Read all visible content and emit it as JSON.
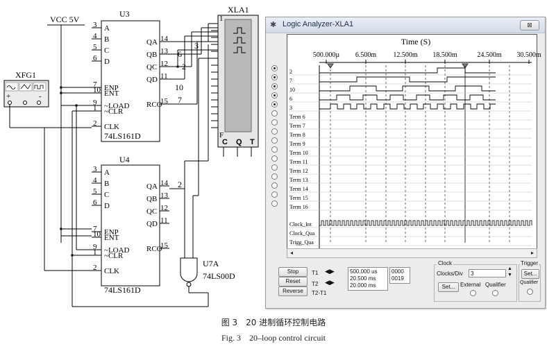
{
  "schematic": {
    "vcc": "VCC 5V",
    "u3": {
      "ref": "U3",
      "part": "74LS161D",
      "left_pins": [
        {
          "num": "3",
          "name": "A"
        },
        {
          "num": "4",
          "name": "B"
        },
        {
          "num": "5",
          "name": "C"
        },
        {
          "num": "6",
          "name": "D"
        },
        {
          "num": "7",
          "name": "ENP"
        },
        {
          "num": "10",
          "name": "ENT"
        },
        {
          "num": "9",
          "name": "~LOAD"
        },
        {
          "num": "1",
          "name": "~CLR"
        },
        {
          "num": "2",
          "name": "CLK"
        }
      ],
      "right_pins": [
        {
          "num": "14",
          "name": "QA"
        },
        {
          "num": "13",
          "name": "QB"
        },
        {
          "num": "12",
          "name": "QC"
        },
        {
          "num": "11",
          "name": "QD"
        },
        {
          "num": "15",
          "name": "RCO"
        }
      ]
    },
    "u4": {
      "ref": "U4",
      "part": "74LS161D",
      "left_pins": [
        {
          "num": "3",
          "name": "A"
        },
        {
          "num": "4",
          "name": "B"
        },
        {
          "num": "5",
          "name": "C"
        },
        {
          "num": "6",
          "name": "D"
        },
        {
          "num": "7",
          "name": "ENP"
        },
        {
          "num": "10",
          "name": "ENT"
        },
        {
          "num": "9",
          "name": "~LOAD"
        },
        {
          "num": "1",
          "name": "~CLR"
        },
        {
          "num": "2",
          "name": "CLK"
        }
      ],
      "right_pins": [
        {
          "num": "14",
          "name": "QA"
        },
        {
          "num": "13",
          "name": "QB"
        },
        {
          "num": "12",
          "name": "QC"
        },
        {
          "num": "11",
          "name": "QD"
        },
        {
          "num": "15",
          "name": "RCO"
        }
      ]
    },
    "xfg": {
      "ref": "XFG1",
      "plus": "+",
      "minus": "-"
    },
    "xla": {
      "ref": "XLA1",
      "pin1": "1",
      "pinF": "F",
      "bottom": [
        "C",
        "Q",
        "T"
      ]
    },
    "nets": {
      "n3": "3",
      "n6": "6",
      "n2": "2",
      "n10": "10",
      "n7": "7",
      "n2b": "2"
    },
    "gate": {
      "ref": "U7A",
      "part": "74LS00D"
    }
  },
  "analyzer": {
    "title": "Logic Analyzer-XLA1",
    "close": "⊠",
    "time_label": "Time (S)",
    "time_ticks": [
      "500.000µ",
      "6.500m",
      "12.500m",
      "18.500m",
      "24.500m",
      "30.500m"
    ],
    "channels": [
      "2",
      "7",
      "10",
      "6",
      "3",
      "Term 6",
      "Term 7",
      "Term 8",
      "Term 9",
      "Term 10",
      "Term 11",
      "Term 12",
      "Term 13",
      "Term 14",
      "Term 15",
      "Term 16",
      "Clock_Int",
      "Clock_Qua",
      "Trigg_Qua"
    ],
    "buttons": {
      "stop": "Stop",
      "reset": "Reset",
      "reverse": "Reverse"
    },
    "cursor_labels": {
      "t1": "T1",
      "t2": "T2",
      "t2t1": "T2-T1"
    },
    "t1_value": "500.000 us",
    "t2_value": "20.500 ms",
    "t2t1_value": "20.000 ms",
    "t1_code": "0000",
    "t2_code": "0019",
    "clock_group": "Clock",
    "clocks_per_div_label": "Clocks/Div",
    "clocks_per_div_value": "3",
    "clock_set": "Set...",
    "external": "External",
    "qualifier": "Qualifier",
    "trigger_group": "Trigger",
    "trigger_set": "Set...",
    "trigger_qualifier": "Qualifier"
  },
  "caption": {
    "cn": "图 3　20 进制循环控制电路",
    "en": "Fig. 3　20–loop control circuit"
  }
}
